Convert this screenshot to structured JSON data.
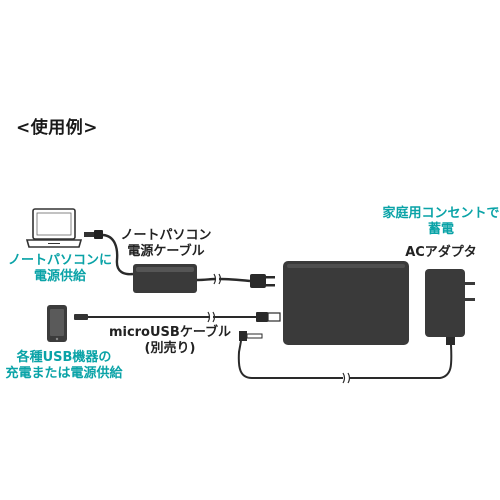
{
  "title": "<使用例>",
  "labels": {
    "laptop_power": [
      "ノートパソコンに",
      "電源供給"
    ],
    "laptop_cable": [
      "ノートパソコン",
      "電源ケーブル"
    ],
    "home_outlet": [
      "家庭用コンセントで",
      "蓄電"
    ],
    "ac_adapter": "ACアダプタ",
    "micro_usb_cable": "microUSBケーブル",
    "sold_separately": "(別売り)",
    "usb_devices": [
      "各種USB機器の",
      "充電または電源供給"
    ]
  },
  "colors": {
    "accent": "#0aa3a7",
    "device_dark": "#3a3a3a",
    "cable": "#2a2a2a"
  },
  "icons": [
    "laptop-icon",
    "smartphone-icon",
    "power-bank",
    "ac-adapter-icon",
    "brick-adapter"
  ]
}
